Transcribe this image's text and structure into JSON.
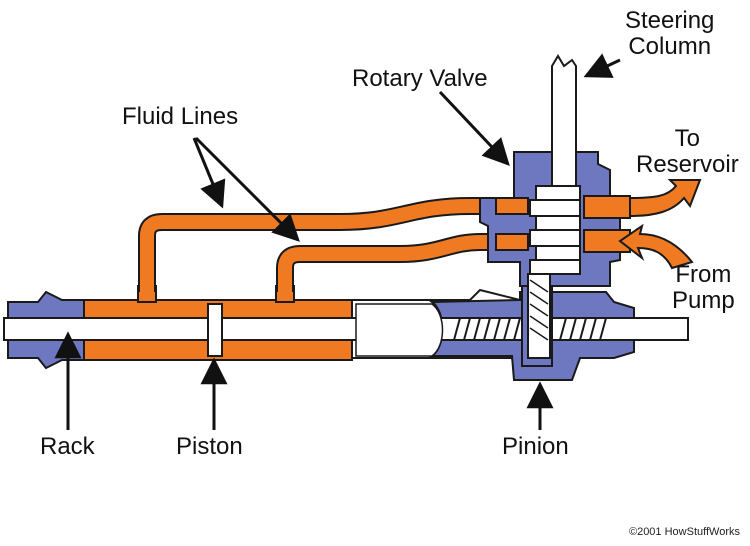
{
  "labels": {
    "steering_column_line1": "Steering",
    "steering_column_line2": "Column",
    "rotary_valve": "Rotary Valve",
    "fluid_lines": "Fluid Lines",
    "to_reservoir_line1": "To",
    "to_reservoir_line2": "Reservoir",
    "from_pump_line1": "From",
    "from_pump_line2": "Pump",
    "rack": "Rack",
    "piston": "Piston",
    "pinion": "Pinion"
  },
  "credit": "©2001 HowStuffWorks",
  "colors": {
    "fluid": "#f07a22",
    "housing": "#6e78c0",
    "outline": "#1a1a1a",
    "metal": "#ffffff"
  }
}
